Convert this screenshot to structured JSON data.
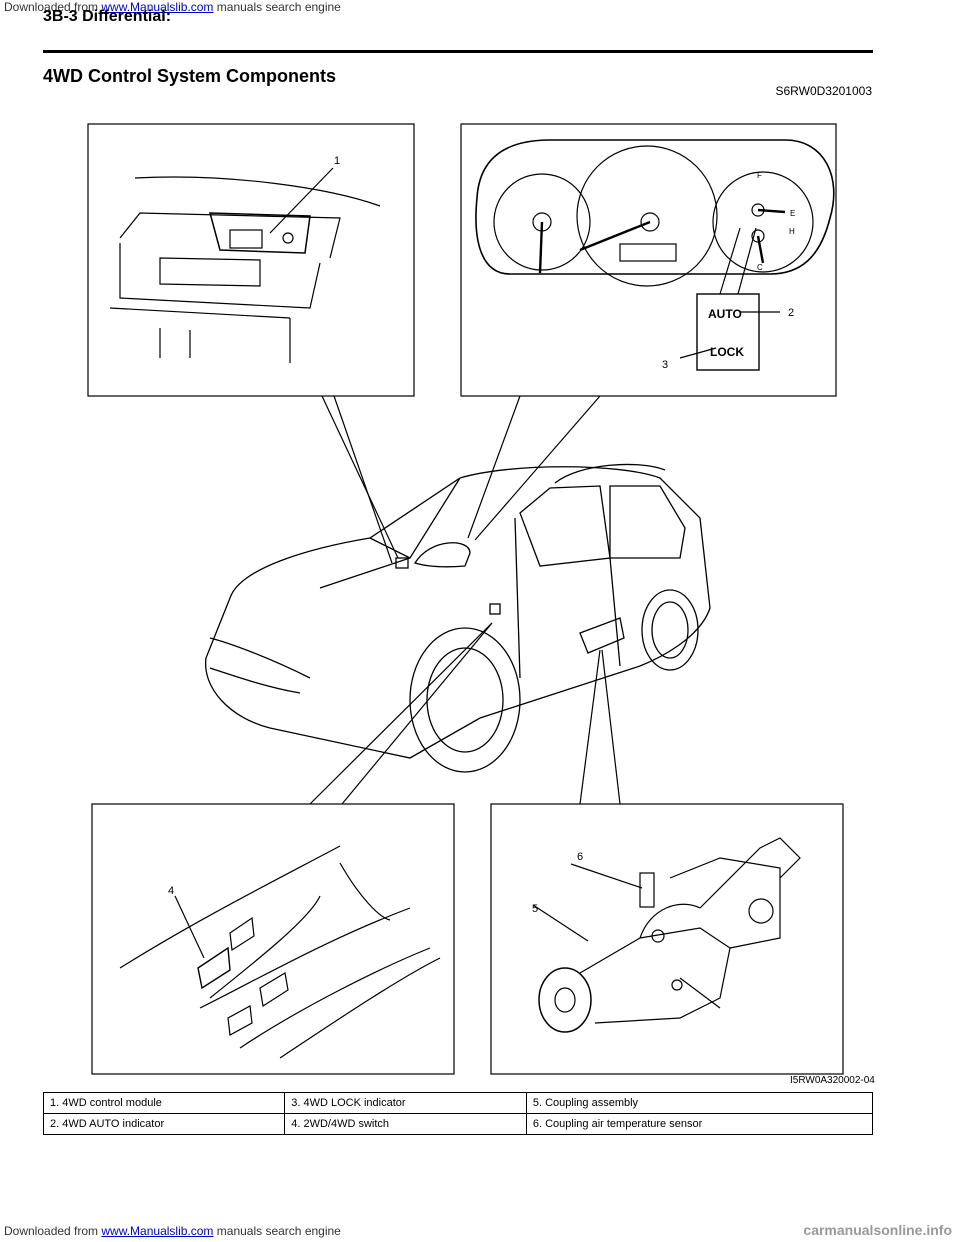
{
  "top_banner": {
    "prefix": "Downloaded from ",
    "link": "www.Manualslib.com",
    "suffix": " manuals search engine"
  },
  "header": {
    "section": "3B-3   Differential:"
  },
  "title": "4WD Control System Components",
  "doc_code": "S6RW0D3201003",
  "figure": {
    "callouts": [
      "1",
      "2",
      "3",
      "4",
      "5",
      "6"
    ],
    "indicator_labels": [
      "AUTO",
      "LOCK"
    ],
    "gauge_letters": [
      "F",
      "E",
      "H",
      "C"
    ],
    "figure_code": "I5RW0A320002-04"
  },
  "legend": [
    [
      "1.   4WD control module",
      "3.   4WD LOCK indicator",
      "5.   Coupling assembly"
    ],
    [
      "2.   4WD AUTO indicator",
      "4.   2WD/4WD switch",
      "6.   Coupling air temperature sensor"
    ]
  ],
  "bottom_banner": {
    "watermark": "carmanualsonline.info"
  }
}
